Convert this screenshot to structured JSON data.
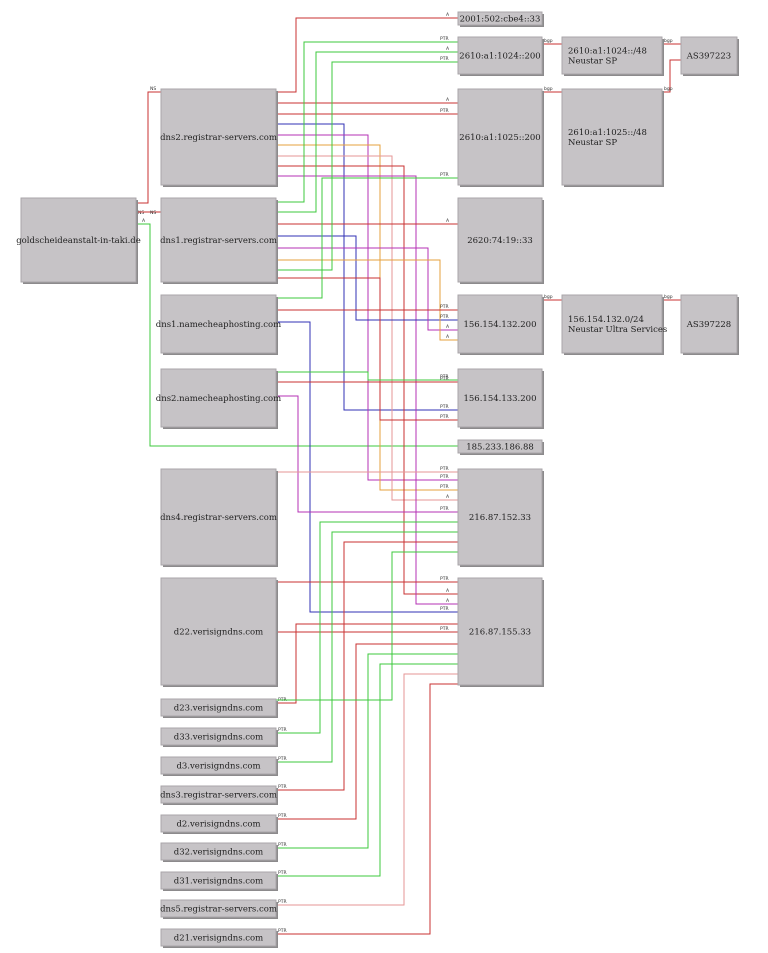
{
  "nodes": {
    "root": "goldscheideanstalt-in-taki.de",
    "dns2_registrar": "dns2.registrar-servers.com",
    "dns1_registrar": "dns1.registrar-servers.com",
    "dns1_namecheap": "dns1.namecheaphosting.com",
    "dns2_namecheap": "dns2.namecheaphosting.com",
    "dns4_registrar": "dns4.registrar-servers.com",
    "d22_verisign": "d22.verisigndns.com",
    "d23_verisign": "d23.verisigndns.com",
    "d33_verisign": "d33.verisigndns.com",
    "d3_verisign": "d3.verisigndns.com",
    "dns3_registrar": "dns3.registrar-servers.com",
    "d2_verisign": "d2.verisigndns.com",
    "d32_verisign": "d32.verisigndns.com",
    "d31_verisign": "d31.verisigndns.com",
    "dns5_registrar": "dns5.registrar-servers.com",
    "d21_verisign": "d21.verisigndns.com",
    "ip6_a": "2001:502:cbe4::33",
    "ip6_b": "2610:a1:1024::200",
    "ip6_c": "2610:a1:1025::200",
    "ip6_d": "2620:74:19::33",
    "ip4_a": "156.154.132.200",
    "ip4_b": "156.154.133.200",
    "ip4_c": "185.233.186.88",
    "ip4_d": "216.87.152.33",
    "ip4_e": "216.87.155.33",
    "net_a_prefix": "2610:a1:1024::/48",
    "net_a_owner": "Neustar SP",
    "net_b_prefix": "2610:a1:1025::/48",
    "net_b_owner": "Neustar SP",
    "net_c_prefix": "156.154.132.0/24",
    "net_c_owner": "Neustar Ultra Services",
    "as_a": "AS397223",
    "as_b": "AS397228"
  },
  "edge_labels": {
    "ns": "NS",
    "a": "A",
    "ptr": "PTR",
    "bgp": "bgp"
  },
  "colors": {
    "red": "#c83232",
    "green": "#3cc83c",
    "blue": "#3232b4",
    "magenta": "#b432b4",
    "orange": "#e6a03c",
    "pink": "#e69696",
    "node_fill": "#c6c3c6"
  }
}
